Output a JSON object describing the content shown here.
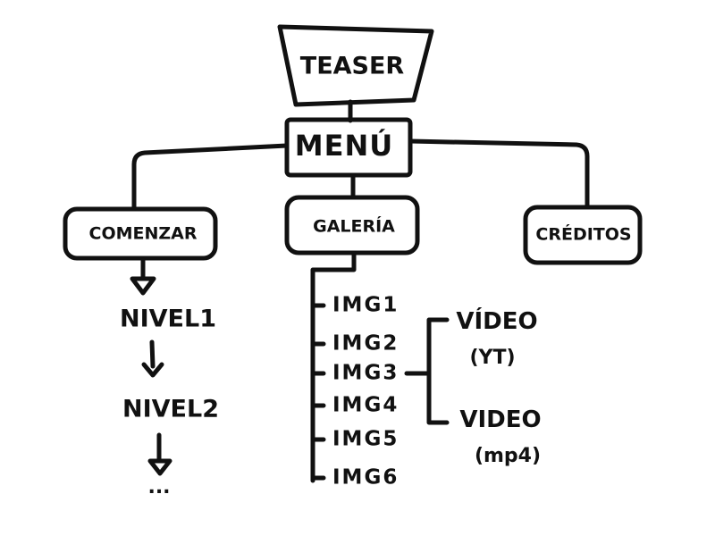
{
  "diagram": {
    "nodes": {
      "teaser": "TEASER",
      "menu": "MENÚ",
      "comenzar": "COMENZAR",
      "galeria": "GALERÍA",
      "creditos": "CRÉDITOS"
    },
    "comenzar_flow": [
      "NIVEL1",
      "NIVEL2",
      "..."
    ],
    "galeria_items": [
      "IMG1",
      "IMG2",
      "IMG3",
      "IMG4",
      "IMG5",
      "IMG6"
    ],
    "img3_videos": [
      {
        "title": "VÍDEO",
        "sub": "(YT)"
      },
      {
        "title": "VIDEO",
        "sub": "(mp4)"
      }
    ]
  }
}
